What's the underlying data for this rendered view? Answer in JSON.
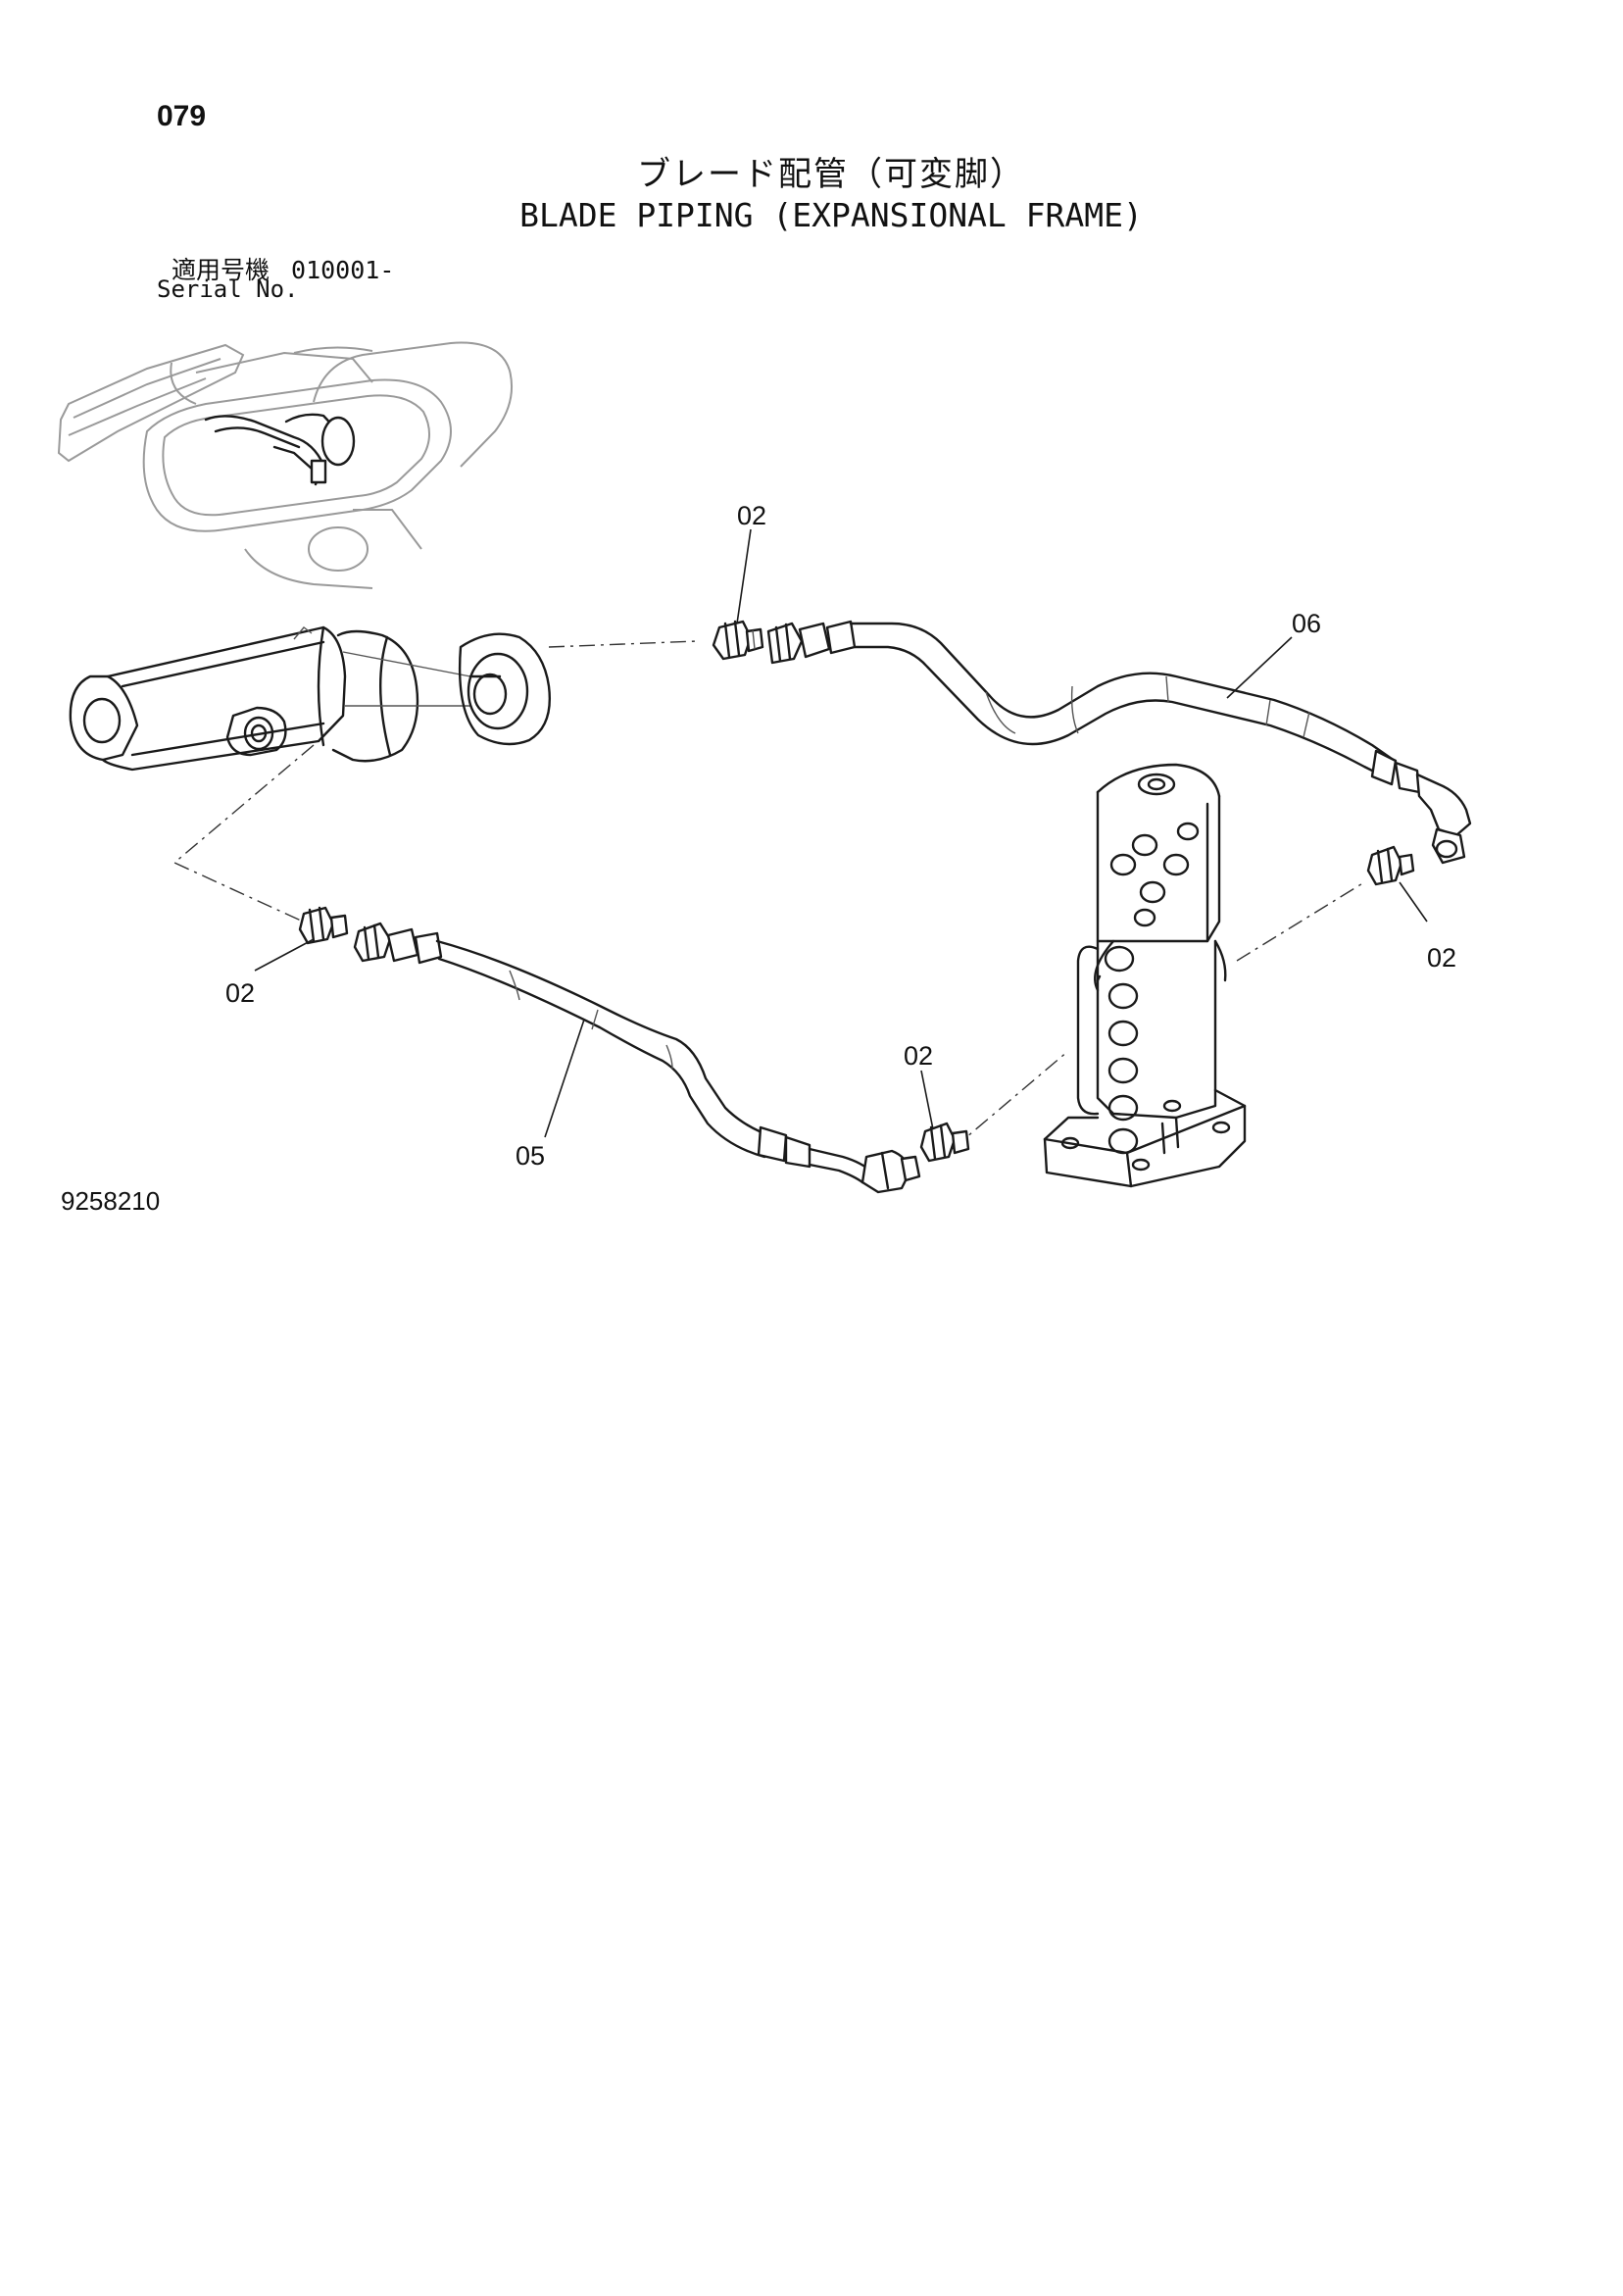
{
  "page_number": "079",
  "title_jp": "ブレード配管（可変脚）",
  "title_en": "BLADE PIPING (EXPANSIONAL FRAME)",
  "serial": {
    "label_jp": "適用号機",
    "label_en": "Serial No.",
    "value": "010001-"
  },
  "callouts": {
    "fitting_top": "02",
    "hose_upper": "06",
    "fitting_right": "02",
    "fitting_left": "02",
    "fitting_center": "02",
    "hose_lower": "05"
  },
  "drawing_number": "9258210"
}
